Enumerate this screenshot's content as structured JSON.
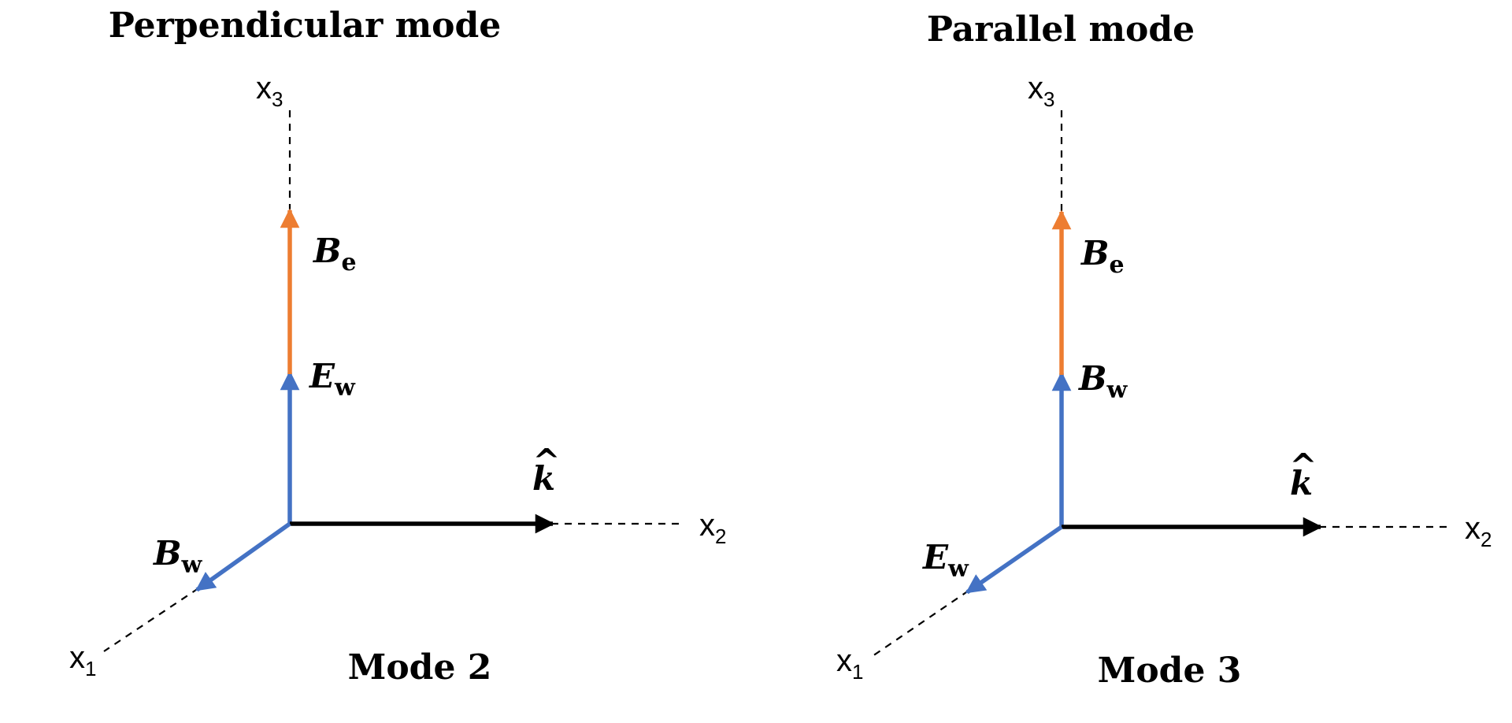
{
  "panels": [
    {
      "title": "Perpendicular mode",
      "caption": "Mode 2",
      "axes": {
        "x1": {
          "main": "x",
          "sub": "1"
        },
        "x2": {
          "main": "x",
          "sub": "2"
        },
        "x3": {
          "main": "x",
          "sub": "3"
        }
      },
      "vectors": {
        "external_field": {
          "main": "B",
          "sub": "e",
          "color": "#ED7D31"
        },
        "vertical_wave": {
          "main": "E",
          "sub": "w",
          "color": "#4472C4"
        },
        "diagonal_wave": {
          "main": "B",
          "sub": "w",
          "color": "#4472C4"
        },
        "wave_vector": {
          "main": "k",
          "hat": "^",
          "color": "#000000"
        }
      }
    },
    {
      "title": "Parallel mode",
      "caption": "Mode 3",
      "axes": {
        "x1": {
          "main": "x",
          "sub": "1"
        },
        "x2": {
          "main": "x",
          "sub": "2"
        },
        "x3": {
          "main": "x",
          "sub": "3"
        }
      },
      "vectors": {
        "external_field": {
          "main": "B",
          "sub": "e",
          "color": "#ED7D31"
        },
        "vertical_wave": {
          "main": "B",
          "sub": "w",
          "color": "#4472C4"
        },
        "diagonal_wave": {
          "main": "E",
          "sub": "w",
          "color": "#4472C4"
        },
        "wave_vector": {
          "main": "k",
          "hat": "^",
          "color": "#000000"
        }
      }
    }
  ]
}
